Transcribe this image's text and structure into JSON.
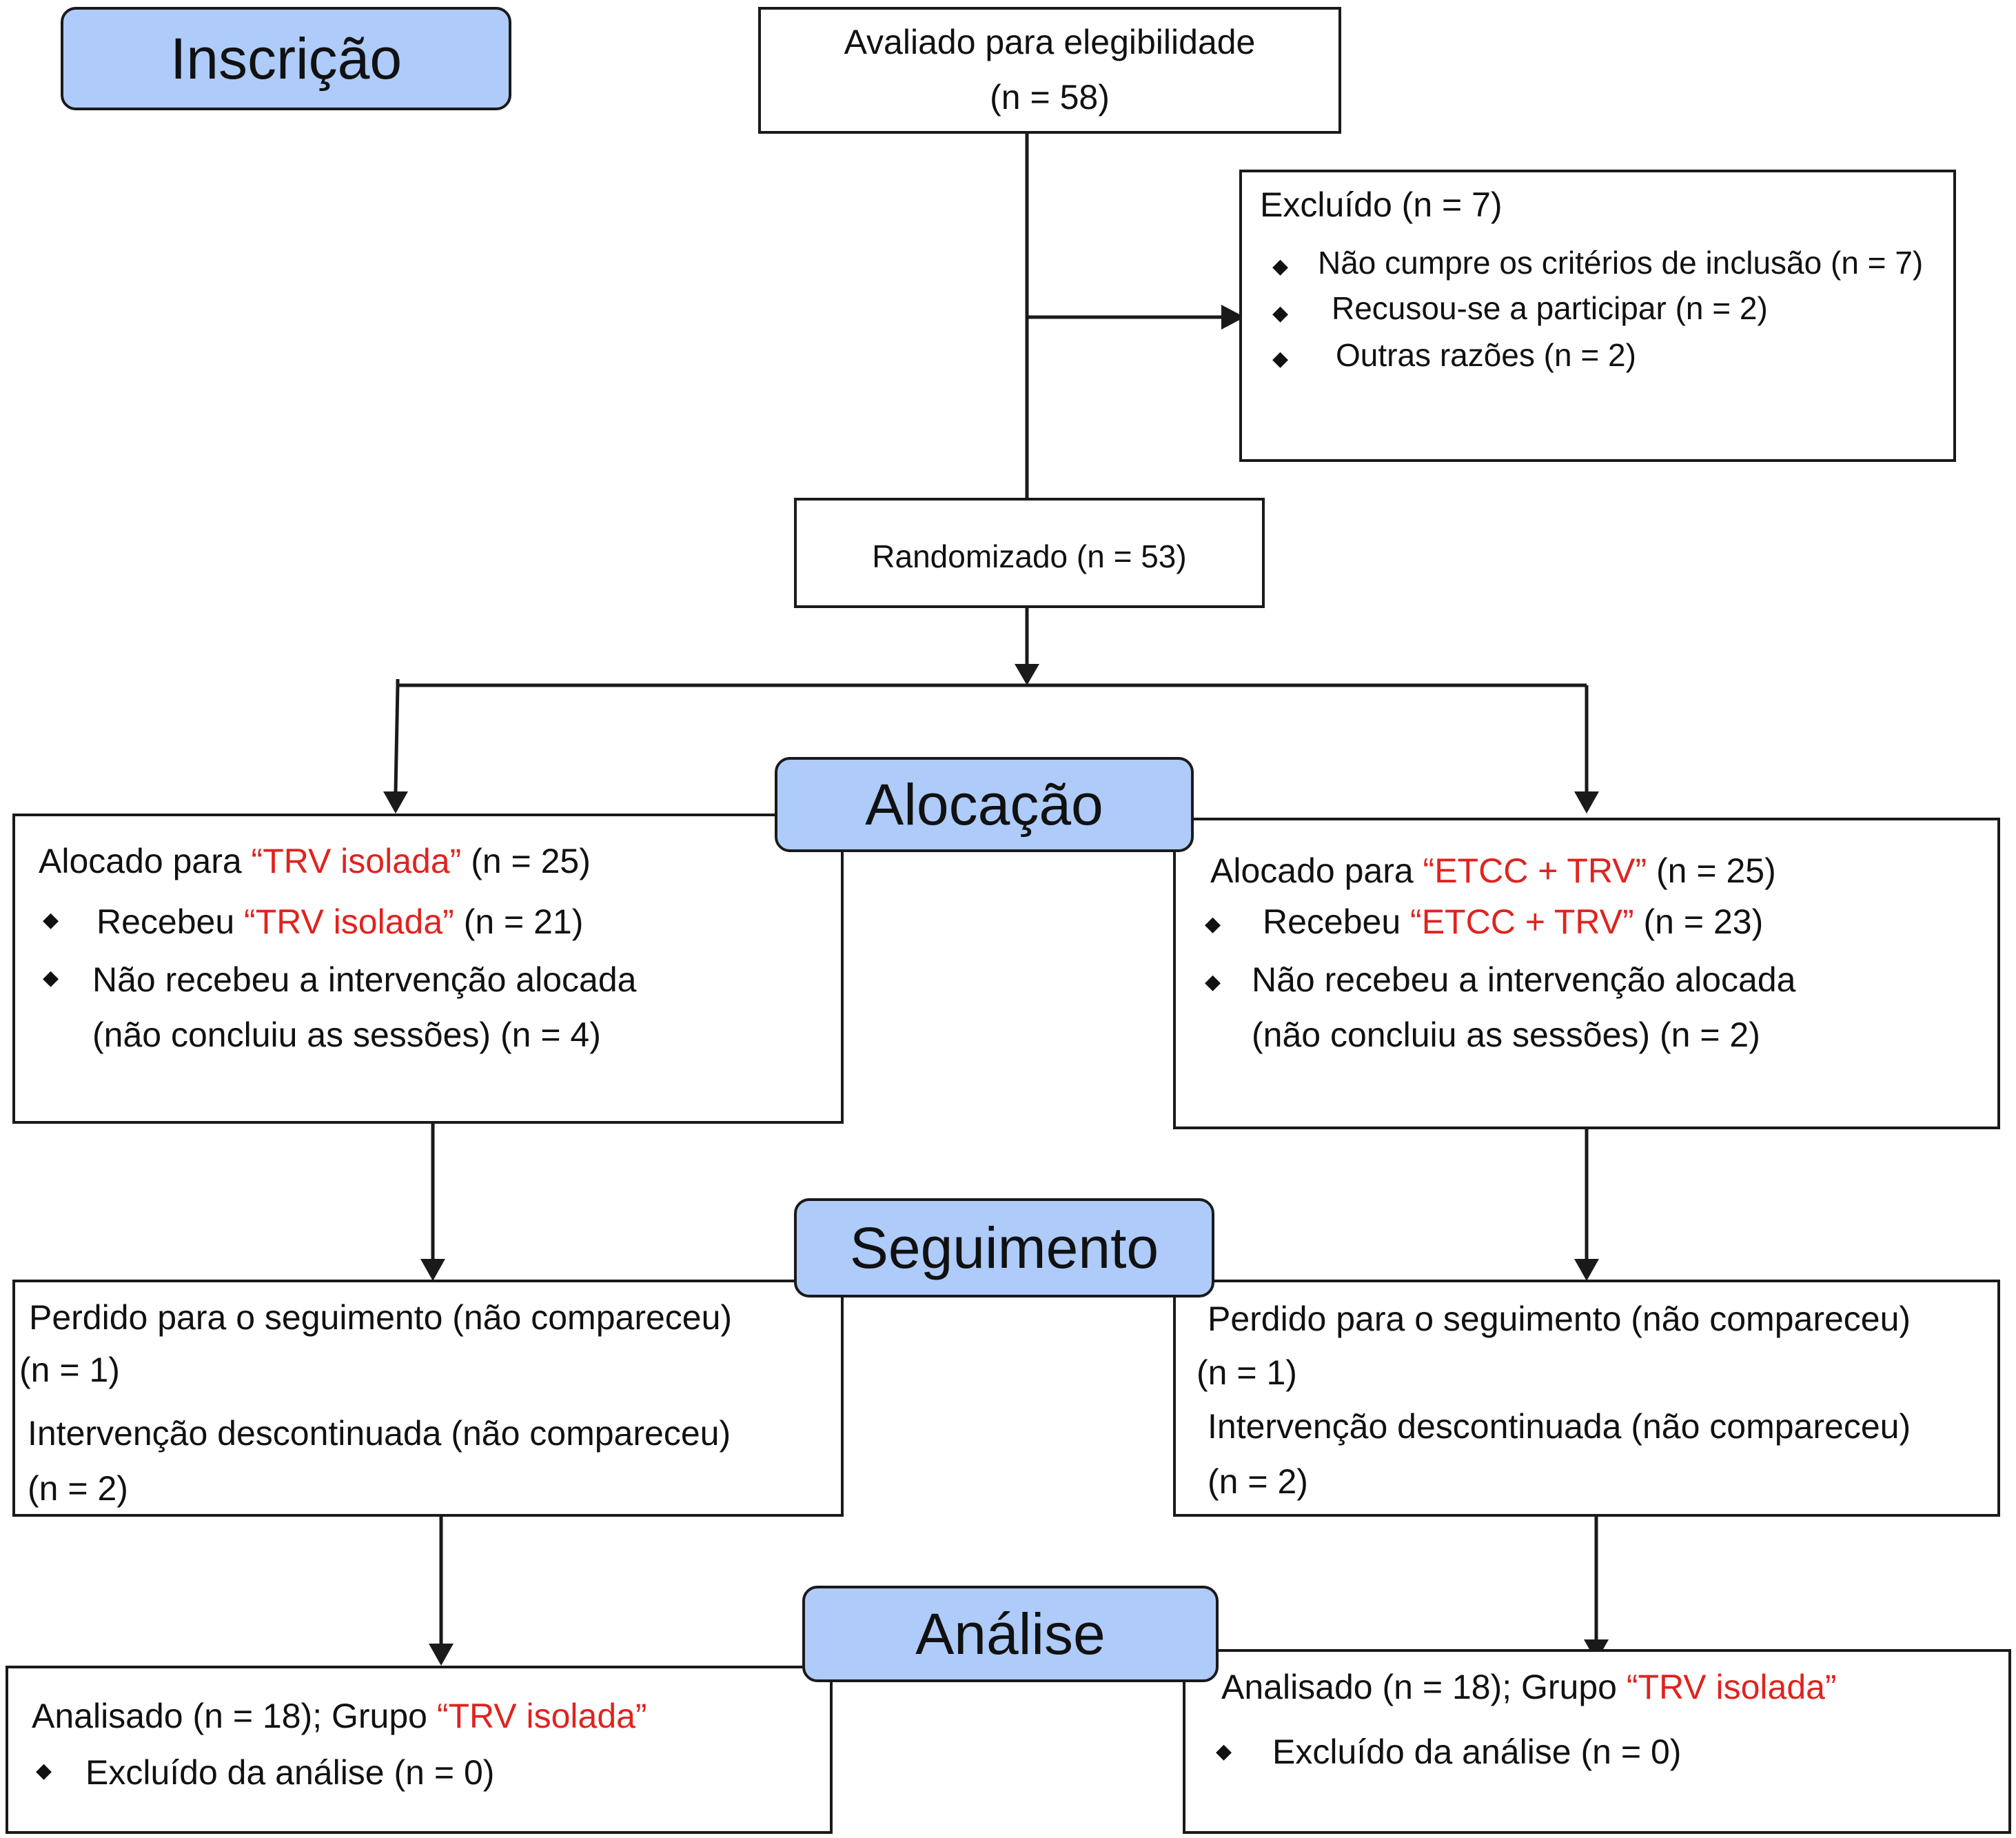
{
  "stages": {
    "inscricao": "Inscrição",
    "alocacao": "Alocação",
    "seguimento": "Seguimento",
    "analise": "Análise"
  },
  "eligibility": {
    "line1": "Avaliado para elegibilidade",
    "line2": "(n = 58)"
  },
  "excluded": {
    "title": "Excluído (n = 7)",
    "items": [
      "Não cumpre os critérios de inclusão (n = 7)",
      "Recusou-se a participar (n = 2)",
      "Outras razões (n = 2)"
    ]
  },
  "randomized": "Randomizado (n = 53)",
  "allocation_left": {
    "prefix": "Alocado para ",
    "group": "“TRV isolada”",
    "suffix": " (n = 25)",
    "received_prefix": "Recebeu ",
    "received_group": "“TRV isolada”",
    "received_suffix": " (n = 21)",
    "not_received_line1": "Não recebeu a intervenção alocada",
    "not_received_line2": "(não concluiu as sessões) (n = 4)"
  },
  "allocation_right": {
    "prefix": "Alocado para ",
    "group": "“ETCC + TRV”",
    "suffix": " (n = 25)",
    "received_prefix": "Recebeu ",
    "received_group": "“ETCC + TRV”",
    "received_suffix": " (n = 23)",
    "not_received_line1": "Não recebeu a intervenção alocada",
    "not_received_line2": "(não concluiu as sessões) (n = 2)"
  },
  "followup_left": {
    "lost_line1": "Perdido para o seguimento (não compareceu)",
    "lost_line2": "(n = 1)",
    "discontinued_line1": "Intervenção descontinuada (não compareceu)",
    "discontinued_line2": "(n = 2)"
  },
  "followup_right": {
    "lost_line1": "Perdido para o seguimento (não compareceu)",
    "lost_line2": "(n = 1)",
    "discontinued_line1": "Intervenção descontinuada (não compareceu)",
    "discontinued_line2": "(n = 2)"
  },
  "analysis_left": {
    "prefix": "Analisado (n = 18); Grupo ",
    "group": "“TRV isolada”",
    "excluded": "Excluído da análise (n = 0)"
  },
  "analysis_right": {
    "prefix": "Analisado (n = 18); Grupo ",
    "group": "“TRV isolada”",
    "excluded": "Excluído da análise (n = 0)"
  },
  "bullet_glyph": "◆",
  "colors": {
    "stage_fill": "#aecbfa",
    "group_text": "#e0231f",
    "line": "#1a1a1a"
  }
}
